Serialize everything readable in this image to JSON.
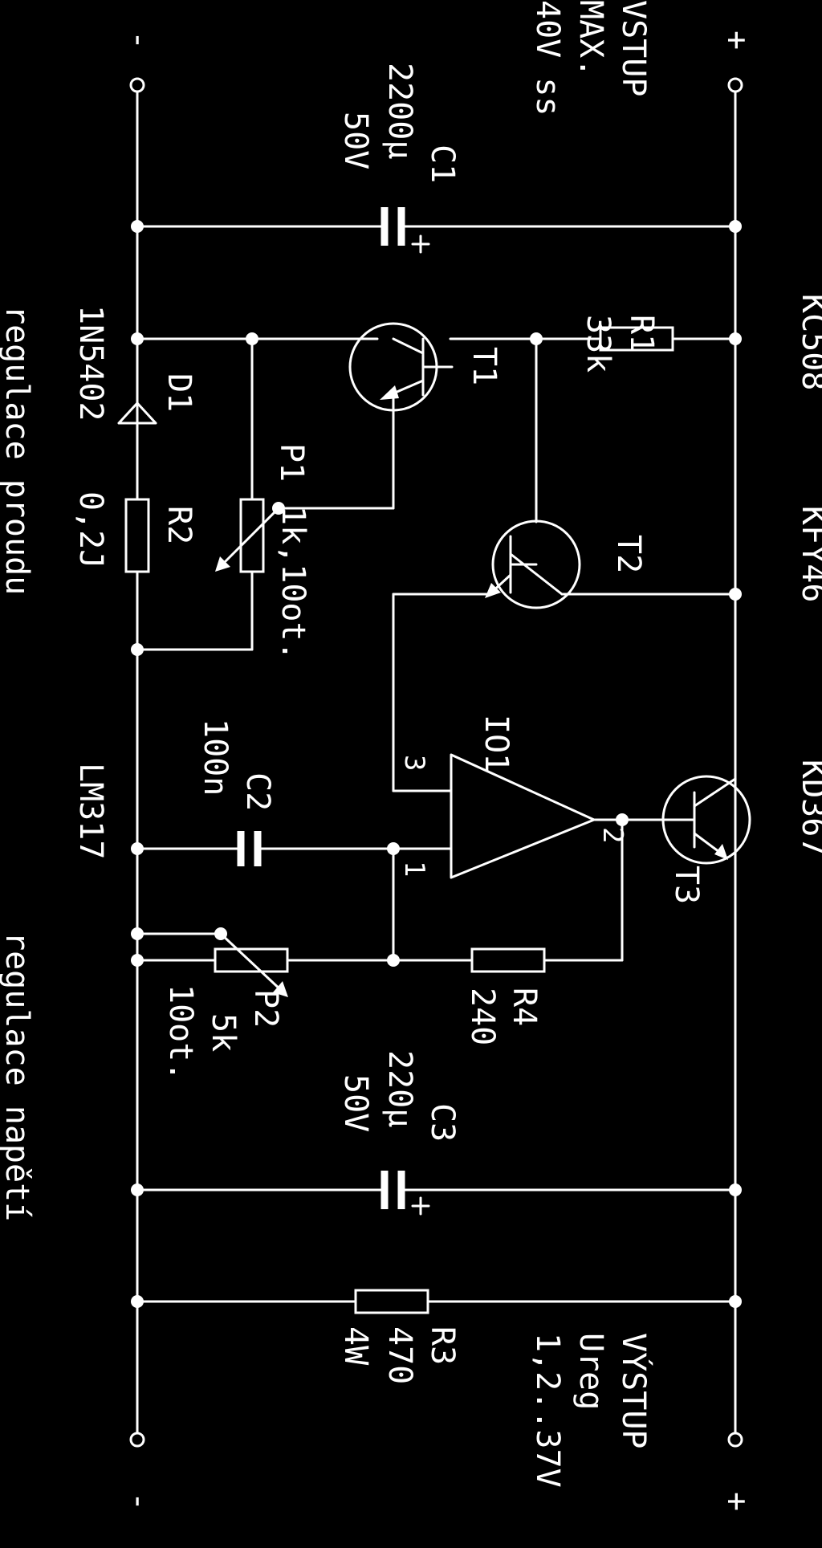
{
  "input": {
    "plus": "+",
    "minus": "-",
    "title": "VSTUP",
    "line2": "MAX.",
    "line3": "40V ss"
  },
  "output": {
    "plus": "+",
    "minus": "-",
    "title": "VÝSTUP",
    "line2": "Ureg",
    "line3": "1,2..37V"
  },
  "transistor_types": {
    "t1": "KC508",
    "t2": "KFY46",
    "t3": "KD367"
  },
  "components": {
    "c1": {
      "name": "C1",
      "value": "2200μ",
      "rating": "50V"
    },
    "c2": {
      "name": "C2",
      "value": "100n"
    },
    "c3": {
      "name": "C3",
      "value": "220μ",
      "rating": "50V"
    },
    "r1": {
      "name": "R1",
      "value": "33k"
    },
    "r2": {
      "name": "R2",
      "value": "0,2J"
    },
    "r3": {
      "name": "R3",
      "value": "470",
      "rating": "4W"
    },
    "r4": {
      "name": "R4",
      "value": "240"
    },
    "p1": {
      "name": "P1",
      "value": "1k,10ot."
    },
    "p2": {
      "name": "P2",
      "value": "5k",
      "turns": "10ot."
    },
    "d1": {
      "name": "D1",
      "type": "1N5402"
    },
    "t1": {
      "name": "T1"
    },
    "t2": {
      "name": "T2"
    },
    "t3": {
      "name": "T3"
    },
    "io1": {
      "name": "IO1",
      "type": "LM317",
      "pin1": "1",
      "pin2": "2",
      "pin3": "3"
    }
  },
  "captions": {
    "current": "regulace proudu",
    "voltage": "regulace napětí"
  }
}
